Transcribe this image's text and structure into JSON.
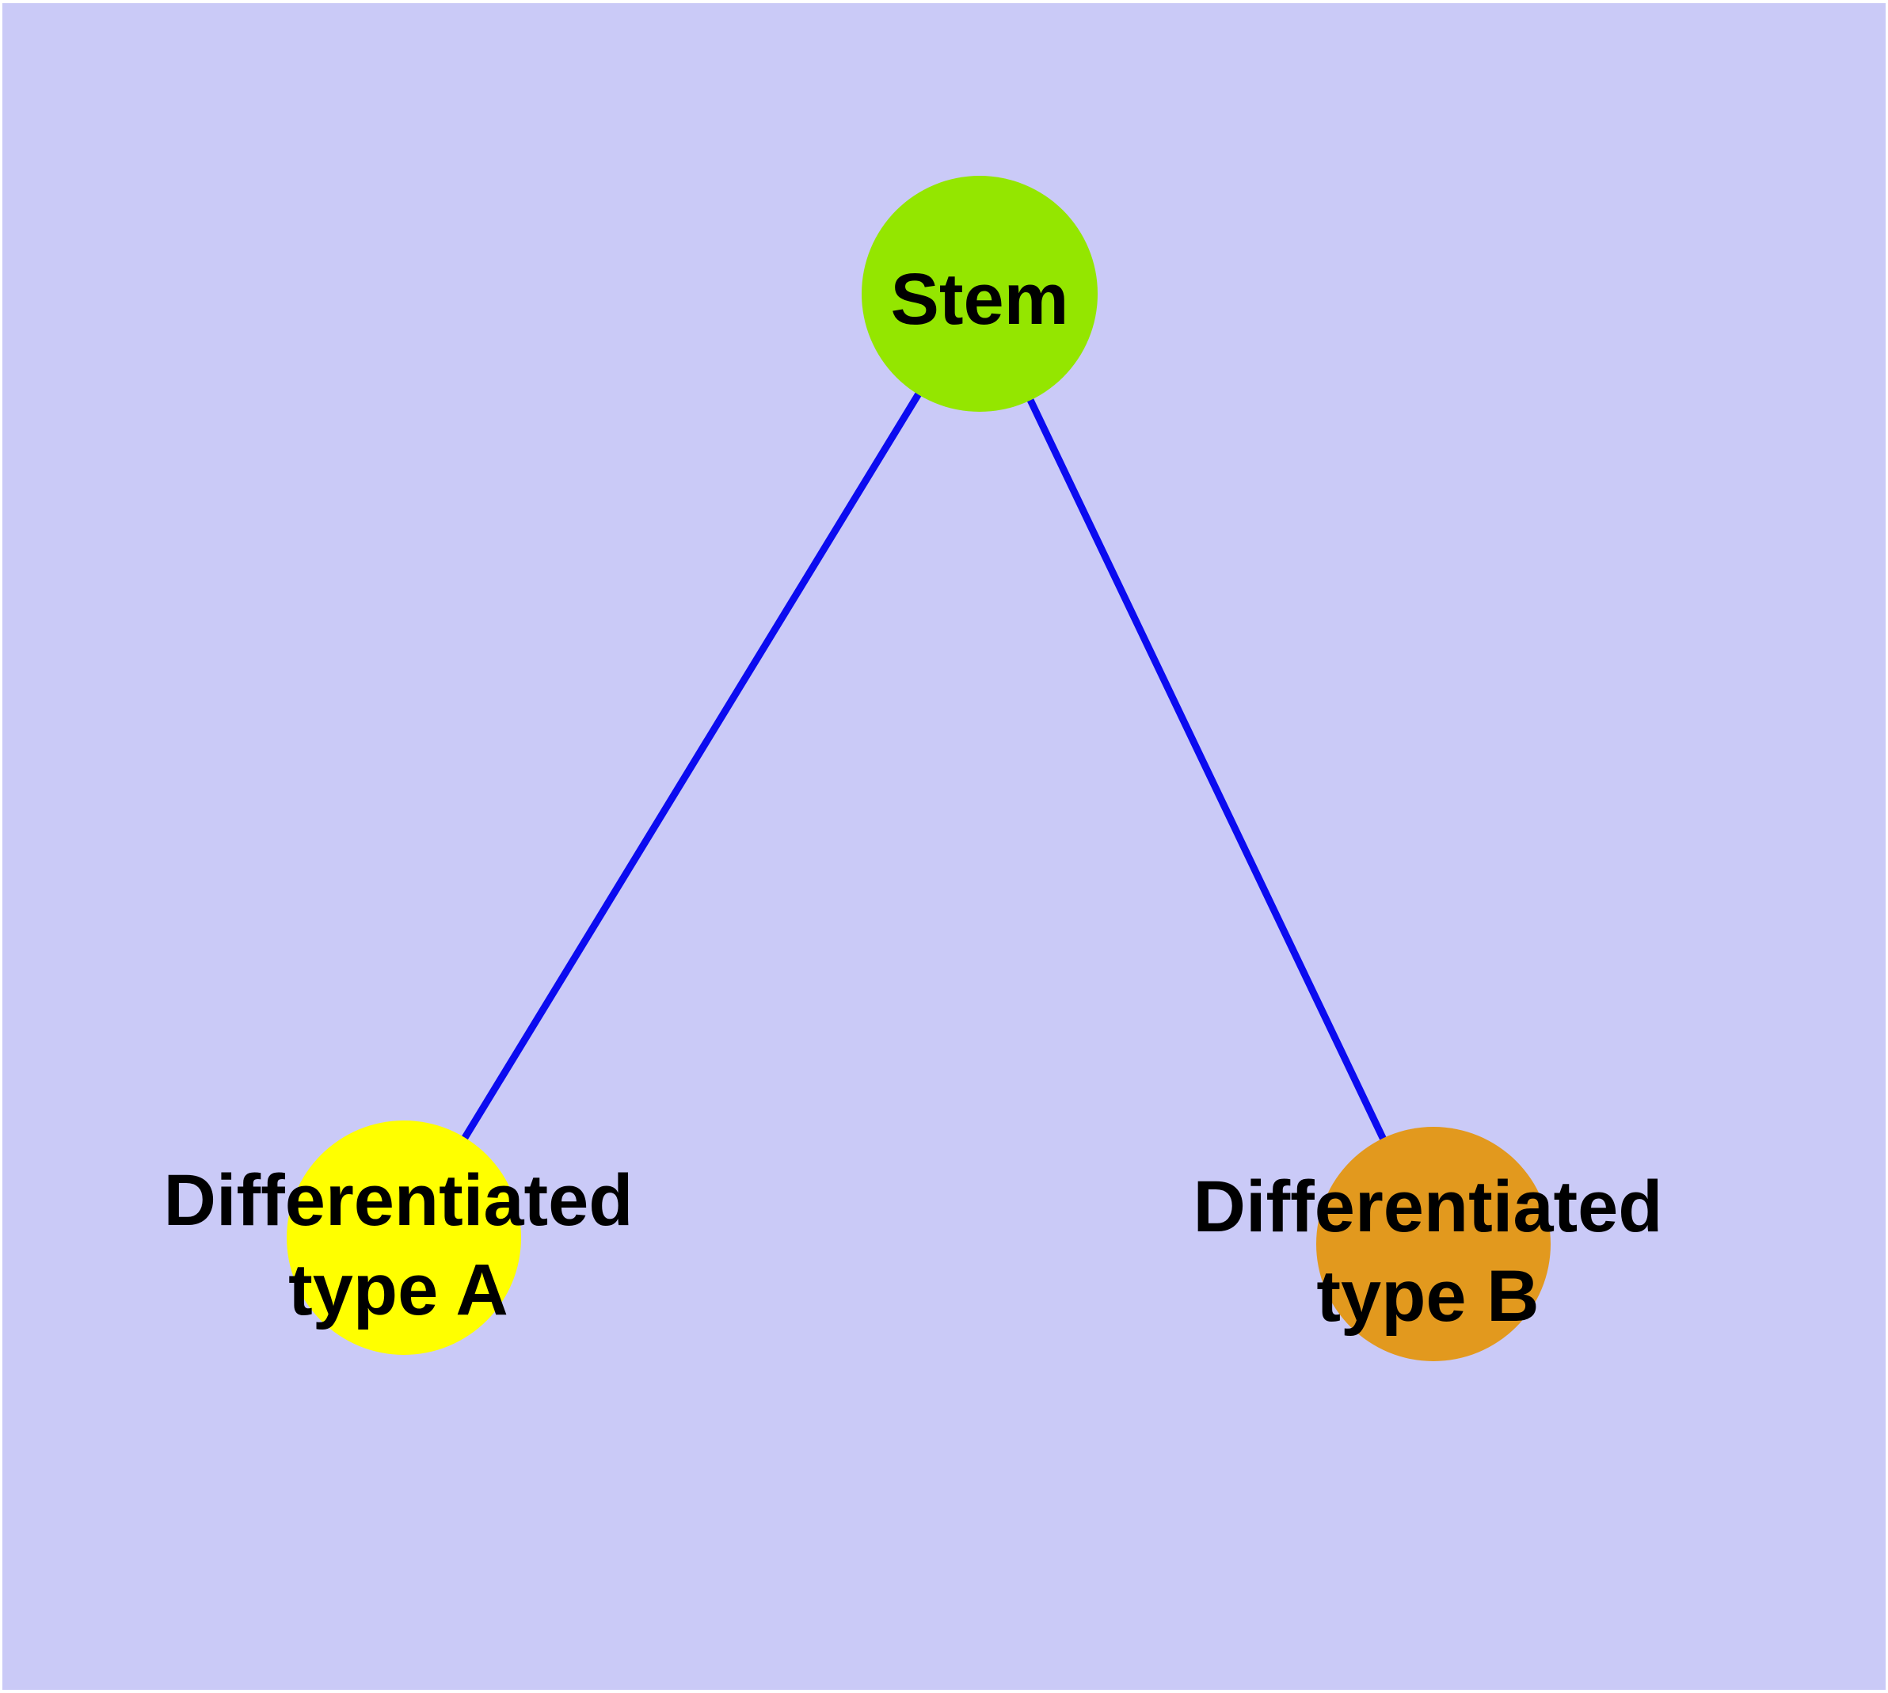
{
  "diagram": {
    "type": "graph",
    "description": "Cell differentiation tree: a stem node with two differentiated child types",
    "background_color": "#CACAF7",
    "page_margin_color": "#FFFFFF",
    "edge_color": "#0B0BF0",
    "node_border_color": "#707070",
    "label_color": "#000000",
    "nodes": [
      {
        "id": "stem",
        "label": "Stem",
        "fill": "#94E600"
      },
      {
        "id": "differentiated-type-a",
        "label_line1": "Differentiated",
        "label_line2": "type A",
        "fill": "#FFFF00"
      },
      {
        "id": "differentiated-type-b",
        "label_line1": "Differentiated",
        "label_line2": "type B",
        "fill": "#E2991E"
      }
    ],
    "edges": [
      {
        "from": "Stem",
        "to": "Differentiated type A"
      },
      {
        "from": "Stem",
        "to": "Differentiated type B"
      }
    ]
  }
}
